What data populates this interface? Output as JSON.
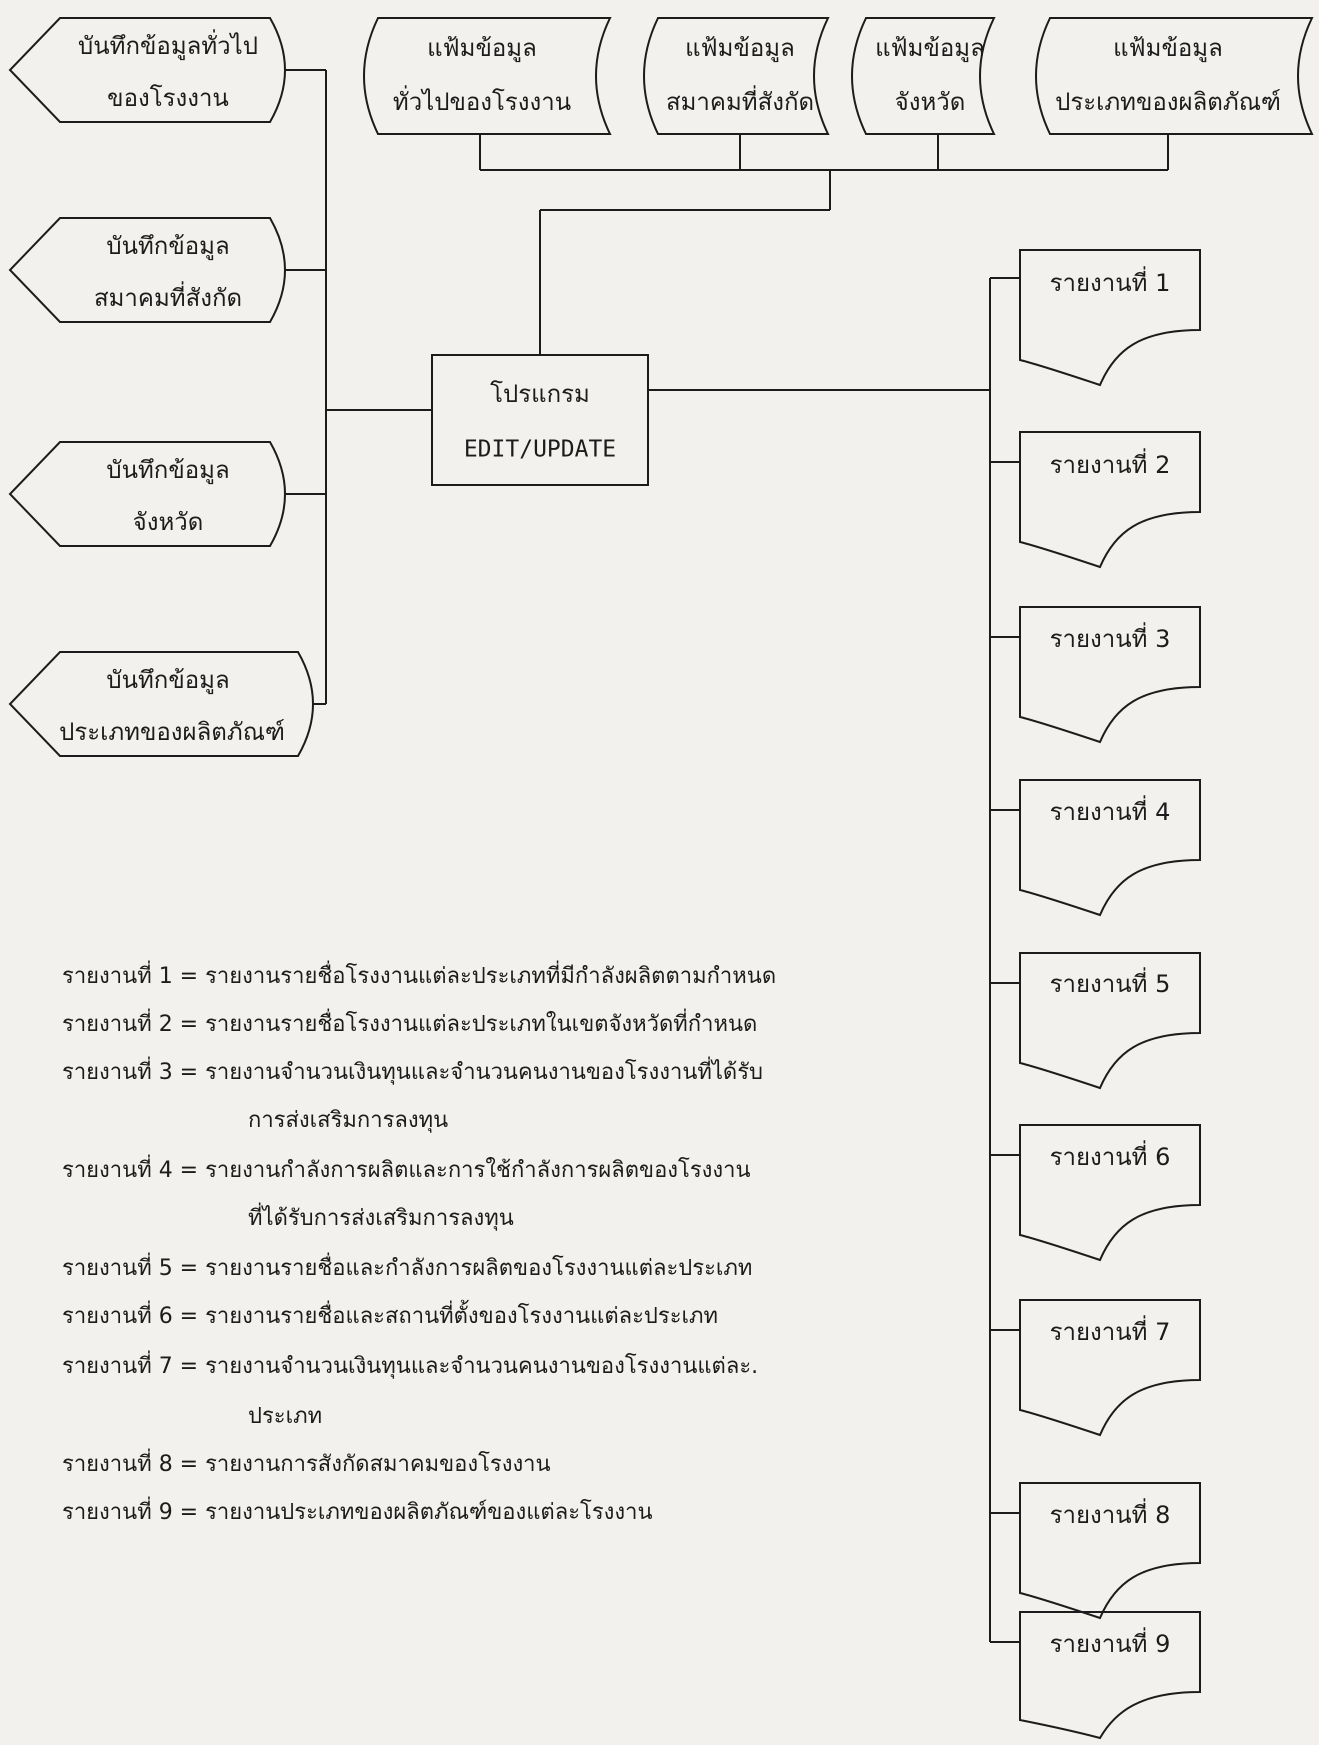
{
  "inputs": [
    {
      "line1": "บันทึกข้อมูลทั่วไป",
      "line2": "ของโรงงาน"
    },
    {
      "line1": "บันทึกข้อมูล",
      "line2": "สมาคมที่สังกัด"
    },
    {
      "line1": "บันทึกข้อมูล",
      "line2": "จังหวัด"
    },
    {
      "line1": "บันทึกข้อมูล",
      "line2": "ประเภทของผลิตภัณฑ์"
    }
  ],
  "files": [
    {
      "line1": "แฟ้มข้อมูล",
      "line2": "ทั่วไปของโรงงาน"
    },
    {
      "line1": "แฟ้มข้อมูล",
      "line2": "สมาคมที่สังกัด"
    },
    {
      "line1": "แฟ้มข้อมูล",
      "line2": "จังหวัด"
    },
    {
      "line1": "แฟ้มข้อมูล",
      "line2": "ประเภทของผลิตภัณฑ์"
    }
  ],
  "program": {
    "line1": "โปรแกรม",
    "line2": "EDIT/UPDATE"
  },
  "reports": [
    "รายงานที่ 1",
    "รายงานที่ 2",
    "รายงานที่ 3",
    "รายงานที่ 4",
    "รายงานที่ 5",
    "รายงานที่ 6",
    "รายงานที่ 7",
    "รายงานที่ 8",
    "รายงานที่ 9"
  ],
  "legend": [
    "รายงานที่ 1 = รายงานรายชื่อโรงงานแต่ละประเภทที่มีกำลังผลิตตามกำหนด",
    "รายงานที่ 2 = รายงานรายชื่อโรงงานแต่ละประเภทในเขตจังหวัดที่กำหนด",
    "รายงานที่ 3 = รายงานจำนวนเงินทุนและจำนวนคนงานของโรงงานที่ได้รับ",
    "การส่งเสริมการลงทุน",
    "รายงานที่ 4 = รายงานกำลังการผลิตและการใช้กำลังการผลิตของโรงงาน",
    "ที่ได้รับการส่งเสริมการลงทุน",
    "รายงานที่ 5 = รายงานรายชื่อและกำลังการผลิตของโรงงานแต่ละประเภท",
    "รายงานที่ 6 = รายงานรายชื่อและสถานที่ตั้งของโรงงานแต่ละประเภท",
    "รายงานที่ 7 = รายงานจำนวนเงินทุนและจำนวนคนงานของโรงงานแต่ละ.",
    "ประเภท",
    "รายงานที่ 8 = รายงานการสังกัดสมาคมของโรงงาน",
    "รายงานที่ 9 = รายงานประเภทของผลิตภัณฑ์ของแต่ละโรงงาน"
  ]
}
